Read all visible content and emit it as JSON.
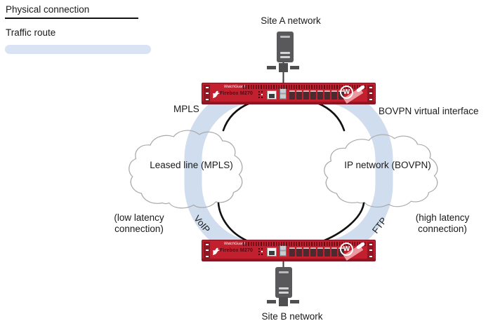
{
  "legend": {
    "physical_label": "Physical connection",
    "traffic_label": "Traffic route"
  },
  "sites": {
    "a_label": "Site A network",
    "b_label": "Site B network"
  },
  "interfaces": {
    "left_label": "MPLS",
    "right_label": "BOVPN virtual interface"
  },
  "clouds": {
    "left_label": "Leased line (MPLS)",
    "right_label": "IP network (BOVPN)"
  },
  "notes": {
    "left_label": "(low latency connection)",
    "right_label": "(high latency connection)"
  },
  "traffic": {
    "left_label": "VoIP",
    "right_label": "FTP"
  },
  "device": {
    "brand": "WatchGuard",
    "model": "Firebox M270",
    "logo_letter": "W"
  },
  "colors": {
    "traffic_route": "#cfddee",
    "legend_bar": "#d9e3f3",
    "device_red": "#c2202e",
    "device_dark": "#8e1723",
    "cloud_stroke": "#a9a9a9",
    "line_black": "#111111"
  }
}
